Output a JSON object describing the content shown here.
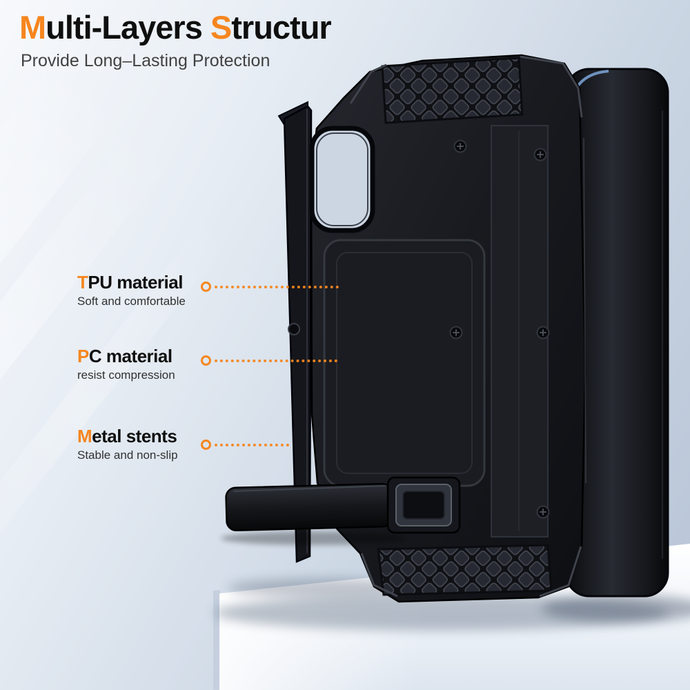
{
  "colors": {
    "accent": "#f6861f",
    "title": "#0f0f0f",
    "subtitle": "#414141",
    "background_top": "#f7f9fc",
    "background_bottom": "#b7c4d6",
    "case_body": "#17191e",
    "pedestal": "#f1f5fa"
  },
  "header": {
    "title_parts": [
      {
        "text": "M",
        "accent": true
      },
      {
        "text": "ulti-Layers ",
        "accent": false
      },
      {
        "text": "S",
        "accent": true
      },
      {
        "text": "tructur",
        "accent": false
      }
    ],
    "subtitle": "Provide Long–Lasting Protection"
  },
  "callouts": [
    {
      "highlight": "T",
      "rest": "PU material",
      "desc": "Soft and comfortable"
    },
    {
      "highlight": "P",
      "rest": "C material",
      "desc": "resist compression"
    },
    {
      "highlight": "M",
      "rest": "etal stents",
      "desc": "Stable and non-slip"
    }
  ]
}
